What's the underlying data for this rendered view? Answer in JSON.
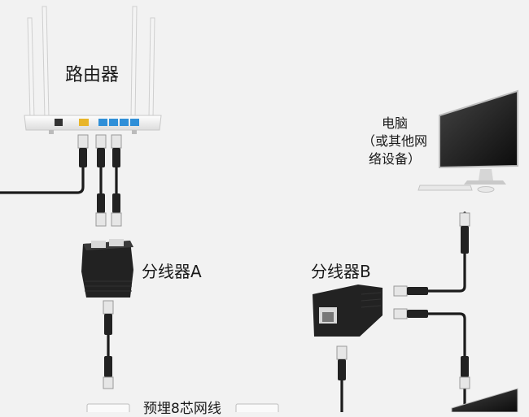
{
  "labels": {
    "router": "路由器",
    "computer_line1": "电脑",
    "computer_line2": "（或其他网",
    "computer_line3": "络设备）",
    "splitter_a": "分线器A",
    "splitter_b": "分线器B",
    "embedded_cable": "预埋8芯网线"
  },
  "colors": {
    "background": "#f2f2f2",
    "cable": "#1c1c1c",
    "router_body": "#f7f7f7",
    "lan_port": "#2f8fd8",
    "wan_port": "#e8b52a",
    "splitter_body": "#222222",
    "monitor_body": "#1e1e1e"
  },
  "icons": {
    "router": "router-icon",
    "splitter_a": "splitter-icon",
    "splitter_b": "splitter-icon",
    "computer": "desktop-computer-icon"
  }
}
